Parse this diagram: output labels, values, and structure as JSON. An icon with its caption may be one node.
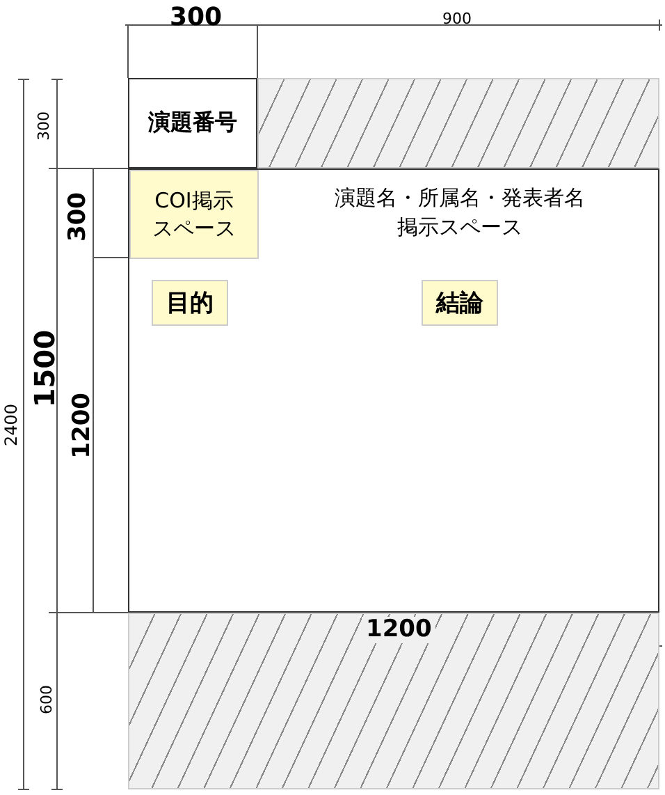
{
  "diagram": {
    "nodes": [
      {
        "text": [
          "演題番号"
        ]
      },
      {
        "text": [],
        "shape": "box"
      },
      {
        "text": [
          "演題名・所属名・発表者名掲示スペース"
        ]
      },
      {
        "text": [
          "COI掲示スペース"
        ],
        "in": 2
      },
      {
        "text": [
          "目的"
        ],
        "in": 2
      },
      {
        "text": [
          "結論"
        ],
        "in": 2
      },
      {
        "text": [],
        "shape": "box"
      }
    ],
    "edges": [],
    "labels": [
      "300",
      "900",
      "300",
      "300",
      "1500",
      "2400",
      "1200",
      "1200",
      "600"
    ]
  }
}
